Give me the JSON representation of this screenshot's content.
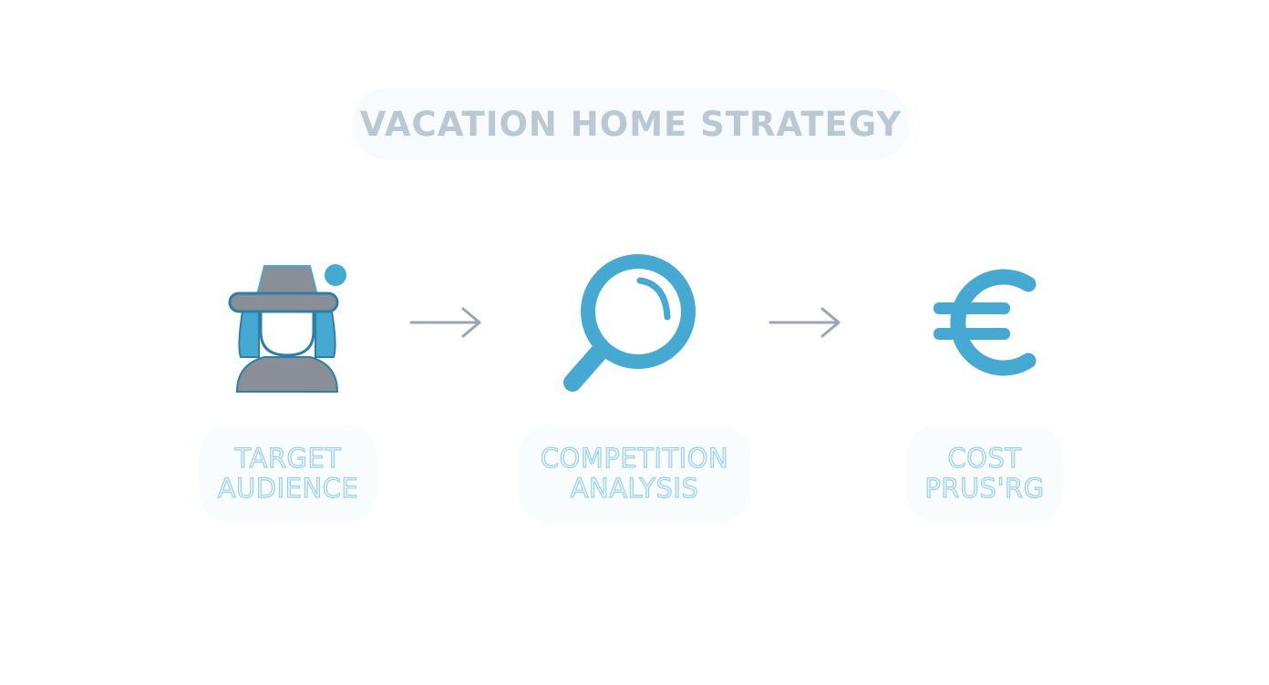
{
  "title": "VACATION HOME STRATEGY",
  "steps": [
    {
      "icon": "person-with-hat-icon",
      "line1": "TARGET",
      "line2": "AUDIENCE"
    },
    {
      "icon": "magnifying-glass-icon",
      "line1": "COMPETITION",
      "line2": "ANALYSIS"
    },
    {
      "icon": "euro-icon",
      "line1": "COST",
      "line2": "PRUS'RG"
    }
  ],
  "colors": {
    "accent_blue": "#46a9d1",
    "dark_blue": "#2d7fa6",
    "gray": "#8a8e96",
    "title_gray": "#b9c8d2",
    "arrow_gray": "#9aa6ae"
  }
}
